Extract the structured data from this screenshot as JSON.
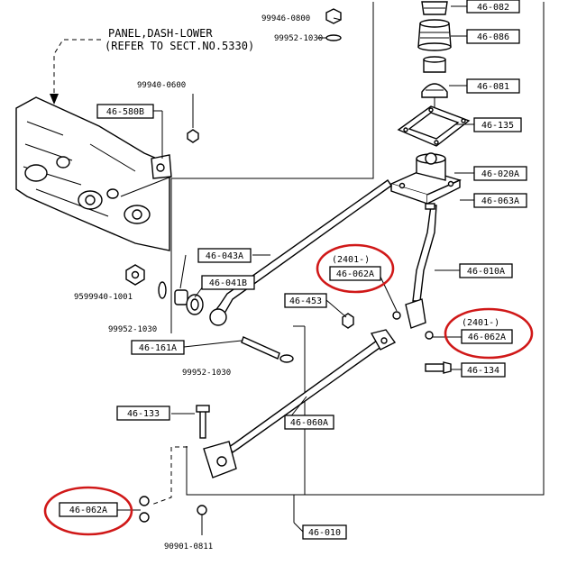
{
  "panel_note": {
    "line1": "PANEL,DASH-LOWER",
    "line2": "(REFER TO SECT.NO.5330)"
  },
  "part_boxes": {
    "p46_082": "46-082",
    "p46_086": "46-086",
    "p46_081": "46-081",
    "p46_135": "46-135",
    "p46_020a": "46-020A",
    "p46_063a": "46-063A",
    "p46_580b": "46-580B",
    "p46_043a": "46-043A",
    "p46_041b": "46-041B",
    "p46_062a_1": "46-062A",
    "p46_010a": "46-010A",
    "p46_453": "46-453",
    "p46_062a_2": "46-062A",
    "p46_161a": "46-161A",
    "p46_134": "46-134",
    "p46_133": "46-133",
    "p46_060a": "46-060A",
    "p46_062a_3": "46-062A",
    "p46_010": "46-010"
  },
  "codes": {
    "c2401_1": "(2401-)",
    "c2401_2": "(2401-)"
  },
  "plain_numbers": {
    "n99946": "99946-0800",
    "n99952_top": "99952-1030",
    "n99940": "99940-0600",
    "n9599940": "9599940-1001",
    "n99952_mid": "99952-1030",
    "n99952_low": "99952-1030",
    "n90901": "90901-0811"
  },
  "colors": {
    "line": "#000000",
    "highlight": "#d01818",
    "background": "#ffffff"
  }
}
